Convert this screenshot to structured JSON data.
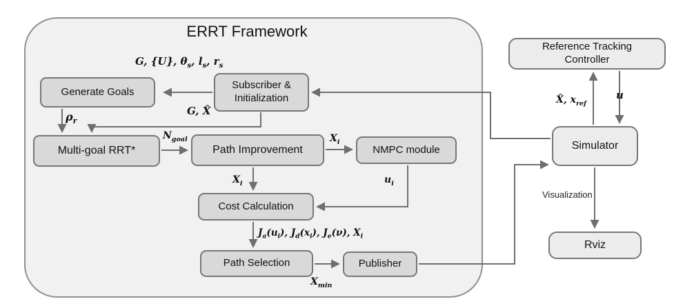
{
  "title": "ERRT Framework",
  "frame": {
    "boxes": {
      "generate_goals": "Generate Goals",
      "subscriber": "Subscriber &\nInitialization",
      "multi_goal_rrt": "Multi-goal RRT*",
      "path_improvement": "Path Improvement",
      "nmpc": "NMPC module",
      "cost_calculation": "Cost Calculation",
      "path_selection": "Path Selection",
      "publisher": "Publisher"
    }
  },
  "external": {
    "reference_tracking_controller": "Reference Tracking\nController",
    "simulator": "Simulator",
    "rviz": "Rviz"
  },
  "labels": {
    "init_inputs": "G, {U}, θ_{s}, l_{s}, r_{s}",
    "rho_r": "ρ_{r}",
    "g_xhat": "G, X̂",
    "n_goal": "N_{goal}",
    "x_i_to_nmpc": "X_{i}",
    "x_i_to_cost": "X_{i}",
    "u_i": "u_{i}",
    "cost_terms": "J_{a}(u_{i}), J_{d}(x_{i}), J_{e}(ν), X_{i}",
    "x_min": "X_{min}",
    "xhat_xref": "X̂, x_{ref}",
    "u": "u",
    "visualization": "Visualization"
  },
  "colors": {
    "frame_fill": "#f1f1f1",
    "box_fill": "#d9d9d9",
    "external_fill": "#ececec",
    "border": "#767676",
    "arrow": "#6e6e6e"
  }
}
